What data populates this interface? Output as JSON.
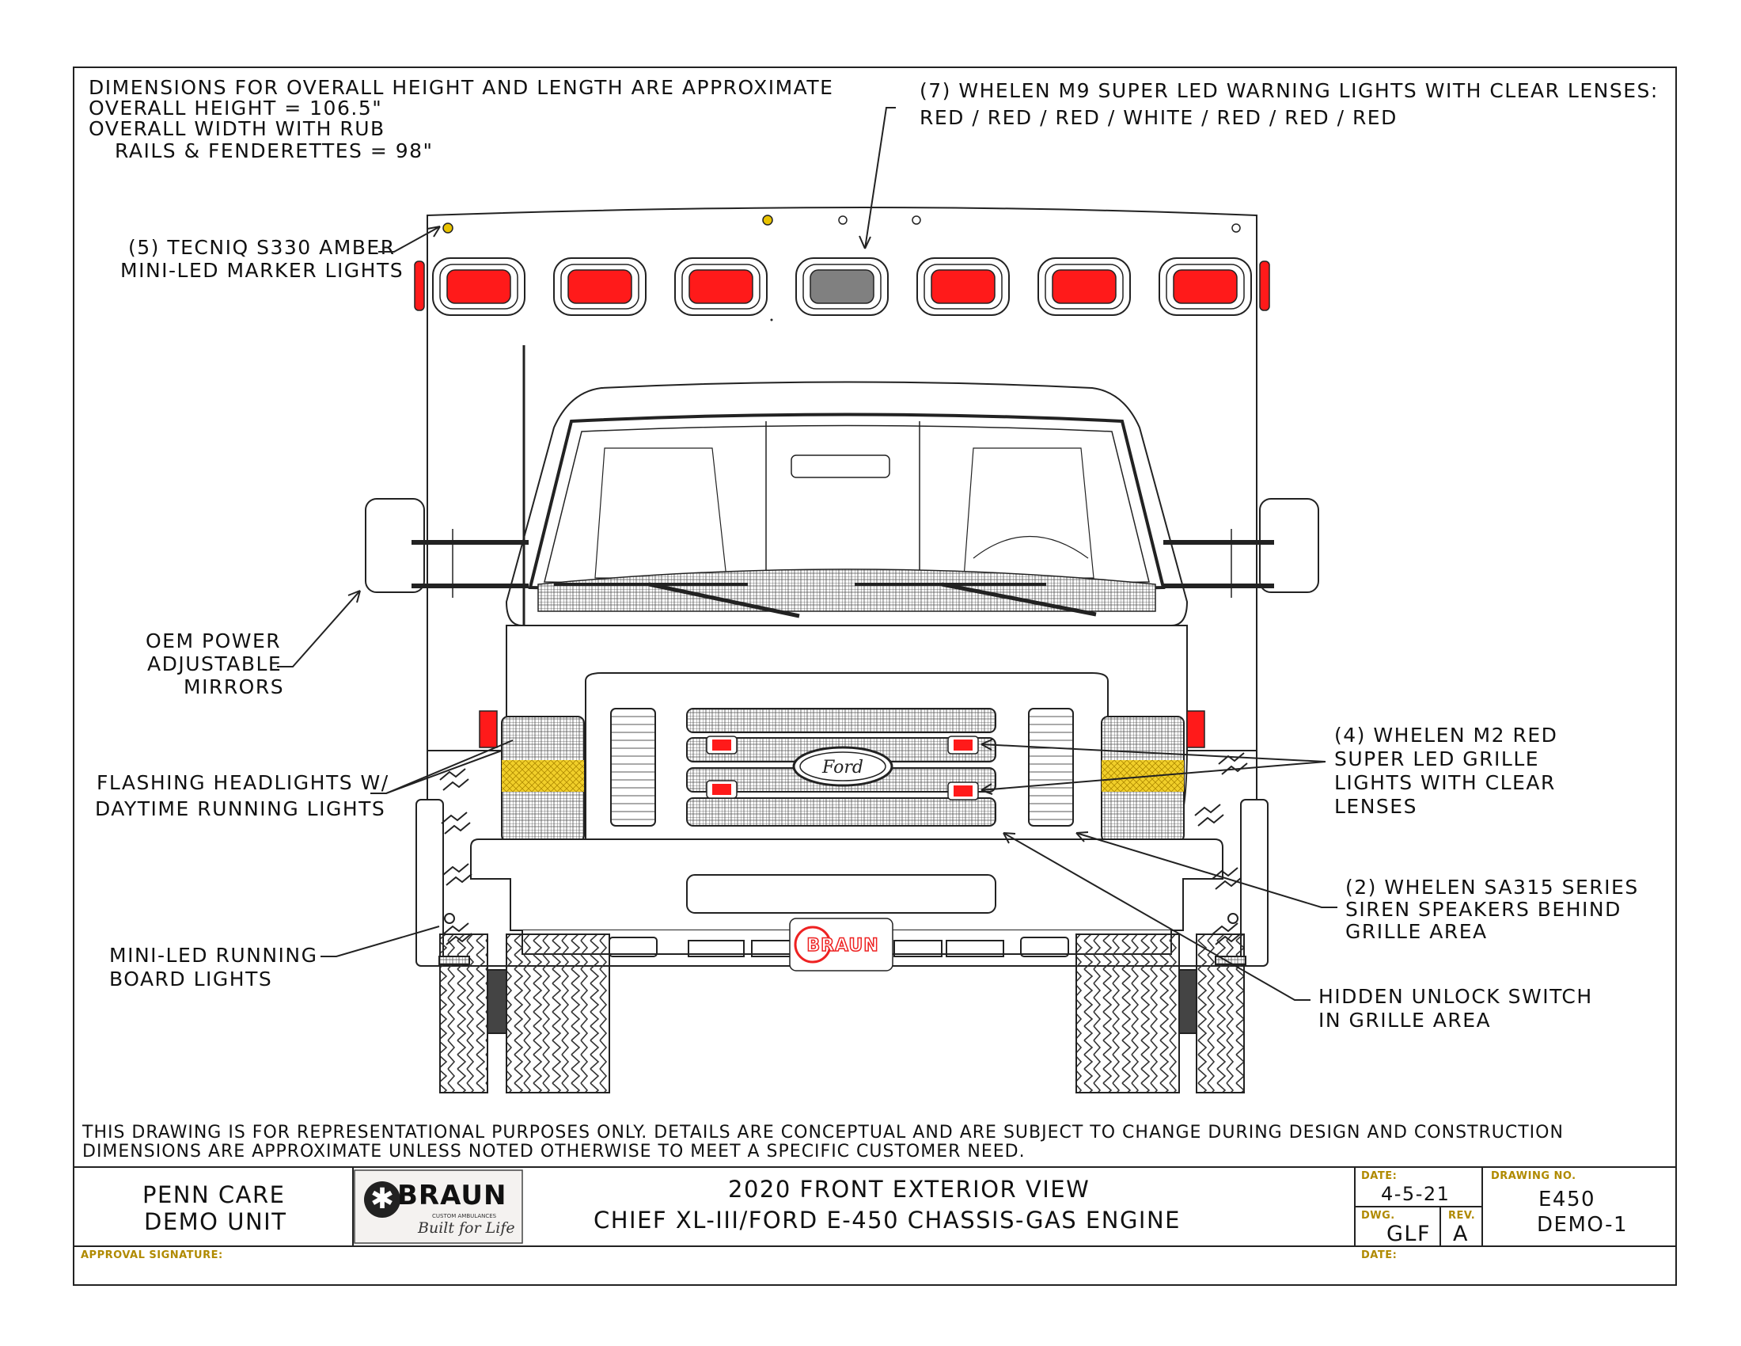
{
  "notes": {
    "dims_line1": "DIMENSIONS FOR OVERALL HEIGHT AND LENGTH ARE APPROXIMATE",
    "dims_line2": "OVERALL HEIGHT = 106.5\"",
    "dims_line3": "OVERALL WIDTH WITH RUB",
    "dims_line4": "RAILS & FENDERETTES = 98\"",
    "disclaimer_line1": "THIS DRAWING IS FOR REPRESENTATIONAL PURPOSES ONLY.  DETAILS ARE CONCEPTUAL AND ARE SUBJECT TO CHANGE DURING DESIGN AND CONSTRUCTION",
    "disclaimer_line2": "DIMENSIONS ARE APPROXIMATE UNLESS NOTED OTHERWISE TO MEET A SPECIFIC CUSTOMER NEED."
  },
  "callouts": {
    "warning_lights_1": "(7) WHELEN M9 SUPER LED WARNING LIGHTS WITH CLEAR LENSES:",
    "warning_lights_2": "RED / RED / RED / WHITE / RED / RED / RED",
    "marker_lights_1": "(5) TECNIQ S330 AMBER",
    "marker_lights_2": "MINI-LED MARKER LIGHTS",
    "mirrors_1": "OEM POWER",
    "mirrors_2": "ADJUSTABLE",
    "mirrors_3": "MIRRORS",
    "headlights_1": "FLASHING HEADLIGHTS W/",
    "headlights_2": "DAYTIME RUNNING LIGHTS",
    "running_board_1": "MINI-LED RUNNING",
    "running_board_2": "BOARD LIGHTS",
    "grille_lights_1": "(4) WHELEN M2 RED",
    "grille_lights_2": "SUPER LED GRILLE",
    "grille_lights_3": "LIGHTS WITH CLEAR",
    "grille_lights_4": "LENSES",
    "siren_1": "(2) WHELEN SA315 SERIES",
    "siren_2": "SIREN SPEAKERS BEHIND",
    "siren_3": "GRILLE AREA",
    "unlock_1": "HIDDEN UNLOCK SWITCH",
    "unlock_2": "IN GRILLE AREA"
  },
  "vehicle": {
    "grille_badge": "Ford",
    "plate_brand": "BRAUN"
  },
  "title_block": {
    "customer_1": "PENN CARE",
    "customer_2": "DEMO UNIT",
    "logo_text": "BRAUN",
    "logo_sub": "CUSTOM AMBULANCES",
    "logo_script": "Built for Life",
    "title_1": "2020 FRONT EXTERIOR VIEW",
    "title_2": "CHIEF XL-III/FORD E-450 CHASSIS-GAS ENGINE",
    "date_label": "DATE:",
    "date_value": "4-5-21",
    "dwg_label": "DWG.",
    "dwg_value": "GLF",
    "rev_label": "REV.",
    "rev_value": "A",
    "drawing_no_label": "DRAWING NO.",
    "drawing_no_1": "E450",
    "drawing_no_2": "DEMO-1",
    "approval_label": "APPROVAL SIGNATURE:",
    "date2_label": "DATE:"
  },
  "colors": {
    "warning_red": "#ff1a1a",
    "warning_white": "#808080",
    "amber": "#e8c200",
    "line": "#222222"
  }
}
